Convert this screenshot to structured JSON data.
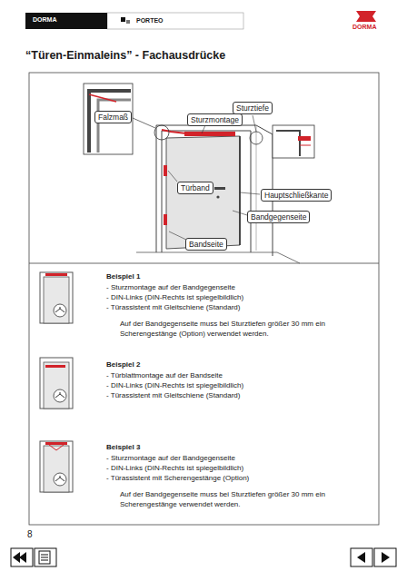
{
  "diagram": {
    "title": "“Türen-Einmaleins” - Fachausdrücke",
    "nodes": [
      {
        "text": [
          "DORMA"
        ]
      },
      {
        "text": [
          "Falzmaß"
        ]
      },
      {
        "text": [
          "Sturzmontage"
        ]
      },
      {
        "text": [
          "Sturztiefe"
        ]
      },
      {
        "text": [
          "Türband"
        ]
      },
      {
        "text": [
          "Hauptschließkante"
        ]
      },
      {
        "text": [
          "Bandgegenseite"
        ]
      },
      {
        "text": [
          "Bandseite"
        ]
      }
    ],
    "labels": [
      "PORTEO",
      "DORMA",
      "Beispiel 1",
      "- Sturzmontage auf der Bandgegenseite",
      "- DIN-Links (DIN-Rechts ist spiegelbildlich)",
      "- Türassistent mit Gleitschiene (Standard)",
      "Auf der Bandgegenseite muss bei Sturztiefen größer 30 mm ein Scherengestänge (Option) verwendet werden.",
      "Beispiel 2",
      "- Türblattmontage auf der Bandseite",
      "- DIN-Links (DIN-Rechts ist spiegelbildlich)",
      "- Türassistent mit Gleitschiene (Standard)",
      "Beispiel 3",
      "- Sturzmontage auf der Bandgegenseite",
      "- DIN-Links (DIN-Rechts ist spiegelbildlich)",
      "- Türassistent mit Scherengestänge (Option)",
      "Auf der Bandgegenseite muss bei Sturztiefen größer 30 mm ein Scherengestänge verwendet werden.",
      "8"
    ]
  }
}
